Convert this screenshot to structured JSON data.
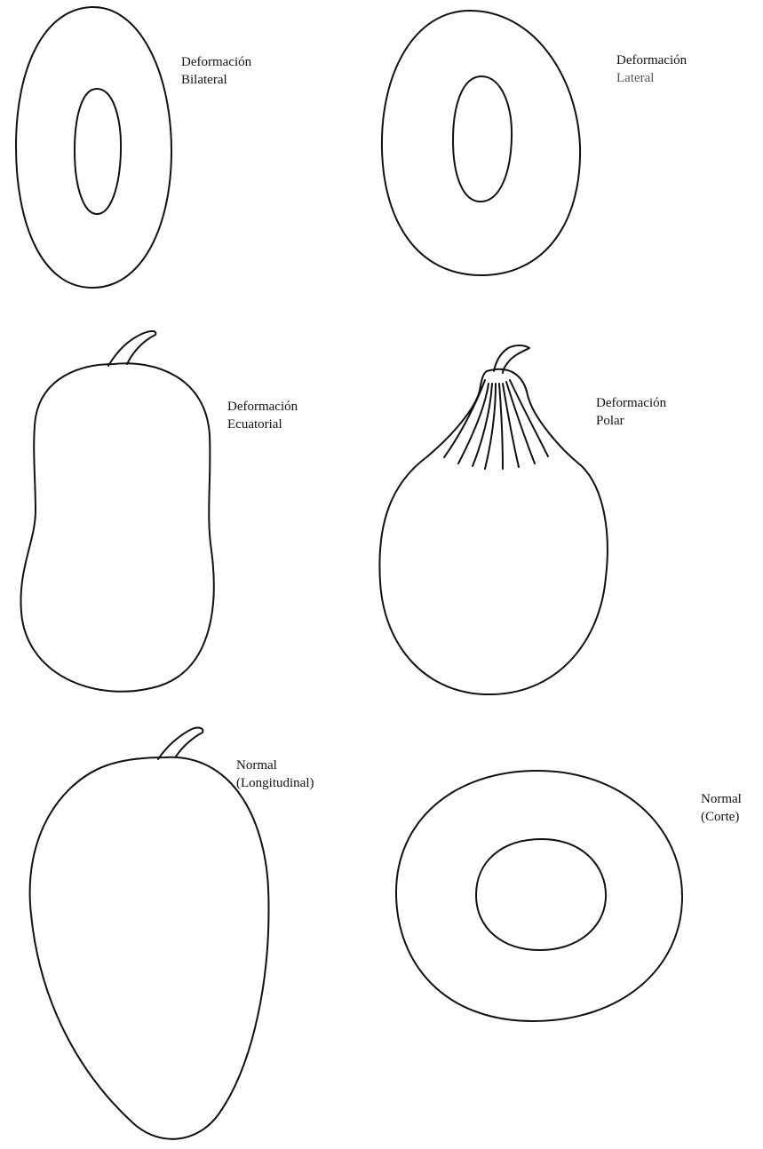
{
  "colors": {
    "stroke": "#111111",
    "background": "#ffffff"
  },
  "figures": [
    {
      "id": "bilateral",
      "label_line1": "Deformación",
      "label_line2": "Bilateral"
    },
    {
      "id": "lateral",
      "label_line1": "Deformación",
      "label_line2": "Lateral"
    },
    {
      "id": "ecuatorial",
      "label_line1": "Deformación",
      "label_line2": "Ecuatorial"
    },
    {
      "id": "polar",
      "label_line1": "Deformación",
      "label_line2": "Polar"
    },
    {
      "id": "normal-longitudinal",
      "label_line1": "Normal",
      "label_line2": "(Longitudinal)"
    },
    {
      "id": "normal-corte",
      "label_line1": "Normal",
      "label_line2": "(Corte)"
    }
  ]
}
